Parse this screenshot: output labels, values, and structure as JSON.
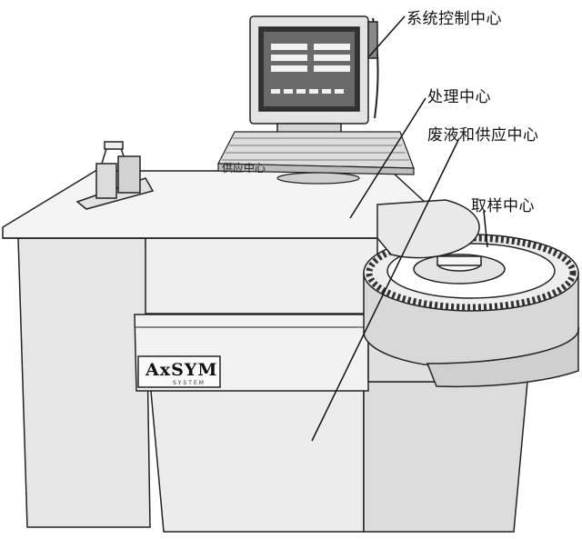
{
  "labels": {
    "system_control": "系统控制中心",
    "processing": "处理中心",
    "waste_supply": "废液和供应中心",
    "sampling": "取样中心",
    "supply_small": "供应中心"
  },
  "brand": {
    "name": "AxSYM",
    "subtitle": "SYSTEM"
  }
}
